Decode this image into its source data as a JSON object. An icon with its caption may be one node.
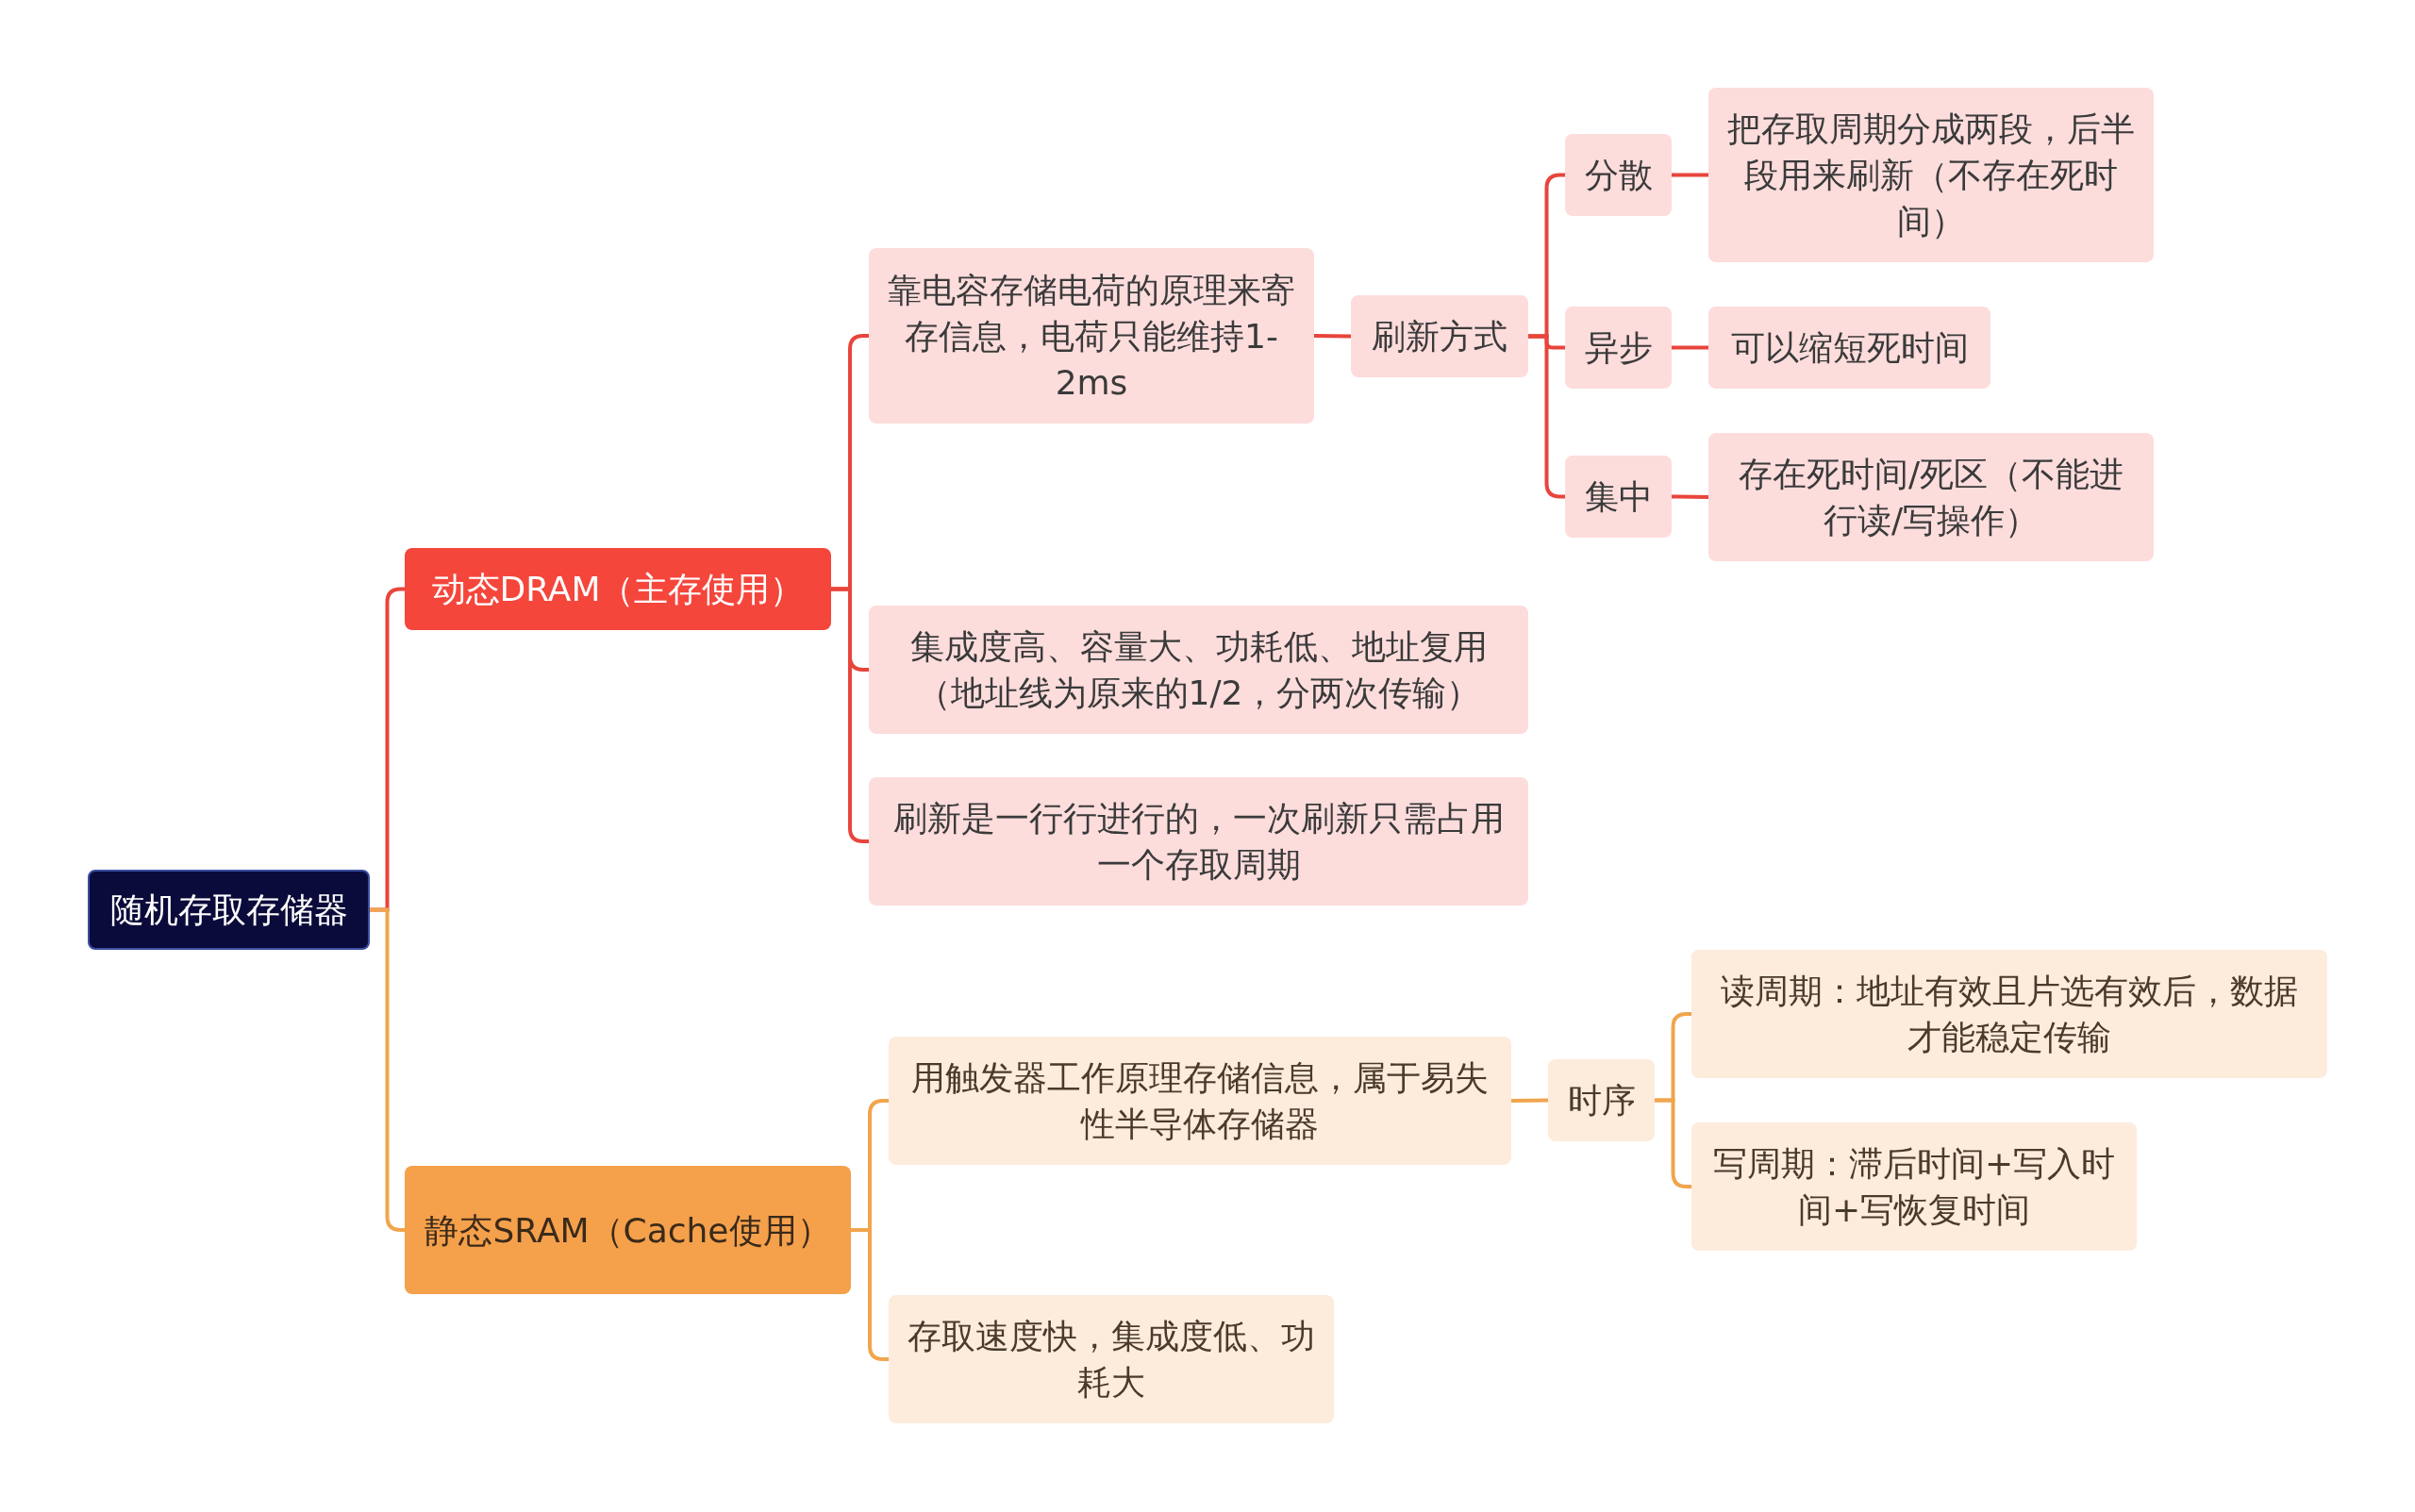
{
  "diagram": {
    "nodes": [
      {
        "text": [
          "随机存取存储器"
        ]
      },
      {
        "text": [
          "动态DRAM（主存使用）"
        ]
      },
      {
        "text": [
          "靠电容存储电荷的原理来寄存信息，电荷只能维持1-2ms"
        ]
      },
      {
        "text": [
          "刷新方式"
        ]
      },
      {
        "text": [
          "分散"
        ]
      },
      {
        "text": [
          "把存取周期分成两段，后半段用来刷新（不存在死时间）"
        ]
      },
      {
        "text": [
          "异步"
        ]
      },
      {
        "text": [
          "可以缩短死时间"
        ]
      },
      {
        "text": [
          "集中"
        ]
      },
      {
        "text": [
          "存在死时间/死区（不能进行读/写操作）"
        ]
      },
      {
        "text": [
          "集成度高、容量大、功耗低、地址复用（地址线为原来的1/2，分两次传输）"
        ]
      },
      {
        "text": [
          "刷新是一行行进行的，一次刷新只需占用一个存取周期"
        ]
      },
      {
        "text": [
          "静态SRAM（Cache使用）"
        ]
      },
      {
        "text": [
          "用触发器工作原理存储信息，属于易失性半导体存储器"
        ]
      },
      {
        "text": [
          "时序"
        ]
      },
      {
        "text": [
          "读周期：地址有效且片选有效后，数据才能稳定传输"
        ]
      },
      {
        "text": [
          "写周期：滞后时间+写入时间+写恢复时间"
        ]
      },
      {
        "text": [
          "存取速度快，集成度低、功耗大"
        ]
      }
    ],
    "edges": [
      {
        "from": 0,
        "to": 1,
        "arrow": "none"
      },
      {
        "from": 1,
        "to": 2,
        "arrow": "none"
      },
      {
        "from": 2,
        "to": 3,
        "arrow": "none"
      },
      {
        "from": 3,
        "to": 4,
        "arrow": "none"
      },
      {
        "from": 4,
        "to": 5,
        "arrow": "none"
      },
      {
        "from": 3,
        "to": 6,
        "arrow": "none"
      },
      {
        "from": 6,
        "to": 7,
        "arrow": "none"
      },
      {
        "from": 3,
        "to": 8,
        "arrow": "none"
      },
      {
        "from": 8,
        "to": 9,
        "arrow": "none"
      },
      {
        "from": 1,
        "to": 10,
        "arrow": "none"
      },
      {
        "from": 1,
        "to": 11,
        "arrow": "none"
      },
      {
        "from": 0,
        "to": 12,
        "arrow": "none",
        "color": "#f0a54e"
      },
      {
        "from": 12,
        "to": 13,
        "arrow": "none",
        "color": "#f0a54e"
      },
      {
        "from": 13,
        "to": 14,
        "arrow": "none",
        "color": "#f0a54e"
      },
      {
        "from": 14,
        "to": 15,
        "arrow": "none",
        "color": "#f0a54e"
      },
      {
        "from": 14,
        "to": 16,
        "arrow": "none",
        "color": "#f0a54e"
      },
      {
        "from": 12,
        "to": 17,
        "arrow": "none",
        "color": "#f0a54e"
      }
    ]
  }
}
